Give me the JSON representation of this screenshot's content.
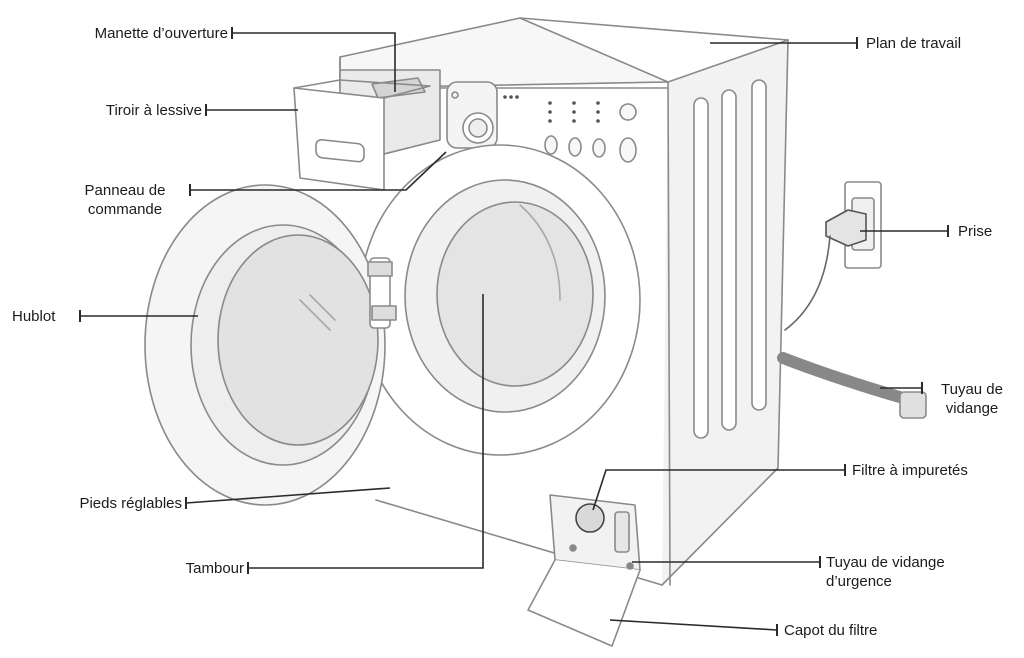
{
  "labels": {
    "manette": "Manette d’ouverture",
    "tiroir": "Tiroir à lessive",
    "panneau_1": "Panneau de",
    "panneau_2": "commande",
    "hublot": "Hublot",
    "pieds": "Pieds réglables",
    "tambour": "Tambour",
    "plan": "Plan de travail",
    "prise": "Prise",
    "tuyau_1": "Tuyau de",
    "tuyau_2": "vidange",
    "filtre": "Filtre à impuretés",
    "urgence_1": "Tuyau de vidange",
    "urgence_2": "d’urgence",
    "capot": "Capot du filtre"
  },
  "colors": {
    "line": "#2a2a2a",
    "outline": "#8a8a8a",
    "shade": "#d9d9d9",
    "glass": "#e6e6e6"
  }
}
